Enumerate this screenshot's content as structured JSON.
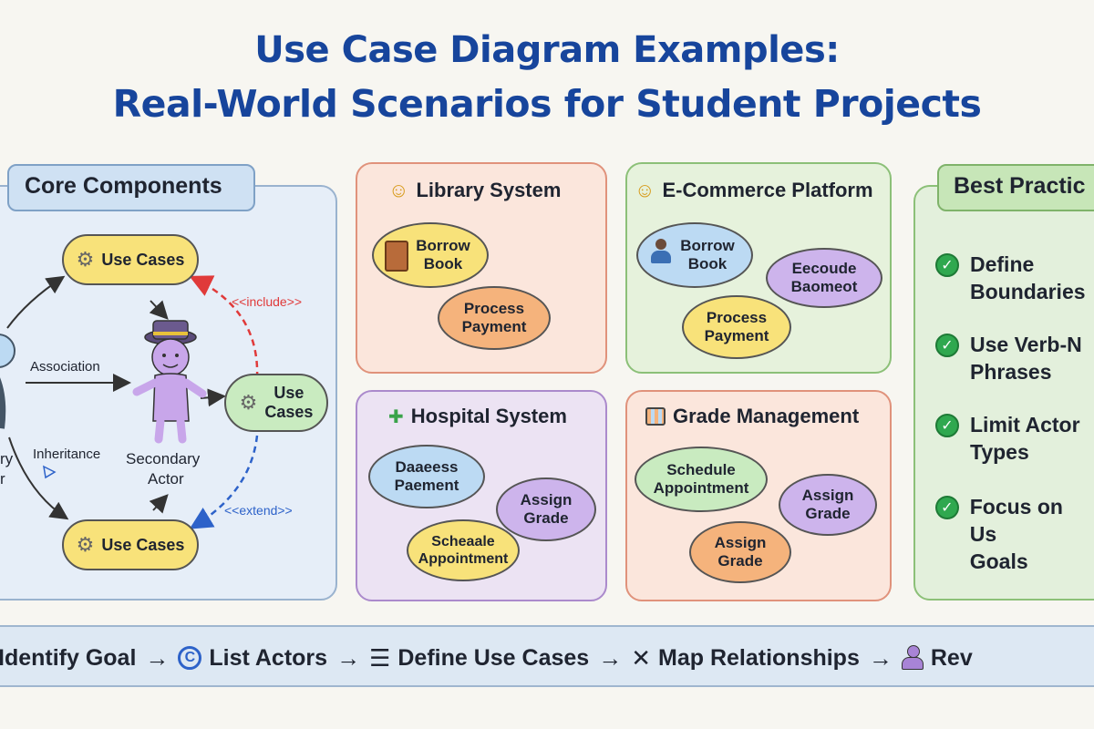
{
  "title": {
    "line1": "Use Case Diagram Examples:",
    "line2": "Real-World Scenarios for Student Projects"
  },
  "core": {
    "heading": "Core Components",
    "use_case_top": "Use Cases",
    "use_case_mid_1": "Use",
    "use_case_mid_2": "Cases",
    "use_case_bottom": "Use Cases",
    "include": "<<include>>",
    "extend": "<<extend>>",
    "association": "Association",
    "inheritance": "Inheritance",
    "secondary_actor_1": "Secondary",
    "secondary_actor_2": "Actor",
    "primary_actor_1": "ry",
    "primary_actor_2": "r"
  },
  "library": {
    "heading": "Library System",
    "b1_l1": "Borrow",
    "b1_l2": "Book",
    "b2_l1": "Process",
    "b2_l2": "Payment"
  },
  "ecommerce": {
    "heading": "E-Commerce Platform",
    "b1_l1": "Borrow",
    "b1_l2": "Book",
    "b2_l1": "Eecoude",
    "b2_l2": "Baomeot",
    "b3_l1": "Process",
    "b3_l2": "Payment"
  },
  "hospital": {
    "heading": "Hospital System",
    "b1_l1": "Daaeess",
    "b1_l2": "Paement",
    "b2_l1": "Assign",
    "b2_l2": "Grade",
    "b3_l1": "Scheaale",
    "b3_l2": "Appointment"
  },
  "grade": {
    "heading": "Grade Management",
    "b1_l1": "Schedule",
    "b1_l2": "Appointment",
    "b2_l1": "Assign",
    "b2_l2": "Grade",
    "b3_l1": "Assign",
    "b3_l2": "Grade"
  },
  "best_practices": {
    "heading": "Best Practic",
    "items": [
      "Define\nBoundaries",
      "Use Verb-N\nPhrases",
      "Limit Actor\nTypes",
      "Focus on Us\nGoals"
    ]
  },
  "flow": {
    "step1": "Identify Goal",
    "step2": "List Actors",
    "step3": "Define Use Cases",
    "step4": "Map Relationships",
    "step5": "Rev",
    "arrow": "→"
  },
  "colors": {
    "title": "#17459c",
    "core_panel": "#e6eef8",
    "library_panel": "#fbe6dc",
    "ecommerce_panel": "#e6f2dc",
    "hospital_panel": "#ece3f3",
    "grade_panel": "#fbe6dc",
    "best_panel": "#e3f0dc",
    "bubble_yellow": "#f8e27a",
    "bubble_green": "#c9ebc0",
    "bubble_blue": "#bcdaf3",
    "bubble_purple": "#cdb4ec",
    "bubble_orange": "#f5b37c",
    "check": "#2fa84f"
  }
}
